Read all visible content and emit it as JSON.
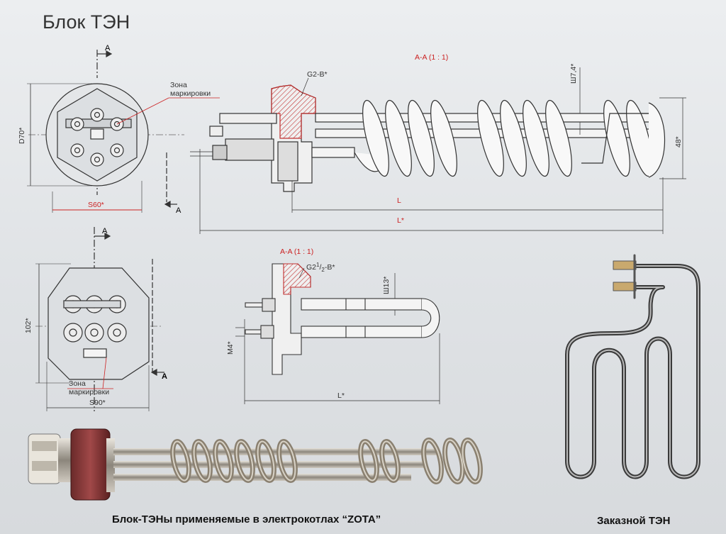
{
  "page": {
    "title": "Блок ТЭН",
    "caption_photo": "Блок-ТЭНы применяемые в электрокотлах “ZOTA”",
    "caption_custom": "Заказной ТЭН"
  },
  "top_drawing": {
    "section_mark": "A",
    "diameter": "D70*",
    "hex_size": "S60*",
    "marking_zone_line1": "Зона",
    "marking_zone_line2": "маркировки",
    "section_title": "A-A (1 : 1)",
    "thread": "G2-B*",
    "tube_dia": "Ш7,4*",
    "height": "48*",
    "length_L": "L",
    "length_Lstar": "L*"
  },
  "bottom_drawing": {
    "section_mark": "A",
    "height": "102*",
    "hex_size": "S90*",
    "marking_zone_line1": "Зона",
    "marking_zone_line2": "маркировки",
    "section_title": "A-A (1 : 1)",
    "thread_main": "G2",
    "thread_num": "1",
    "thread_slash": "/",
    "thread_den": "2",
    "thread_suffix": "-B*",
    "tube_dia": "Ш13*",
    "terminal": "M4*",
    "length_Lstar": "L*"
  },
  "colors": {
    "line": "#333333",
    "dim": "#cc2222",
    "coil_fill": "#f6f6f6",
    "flange_red": "#e04040"
  }
}
